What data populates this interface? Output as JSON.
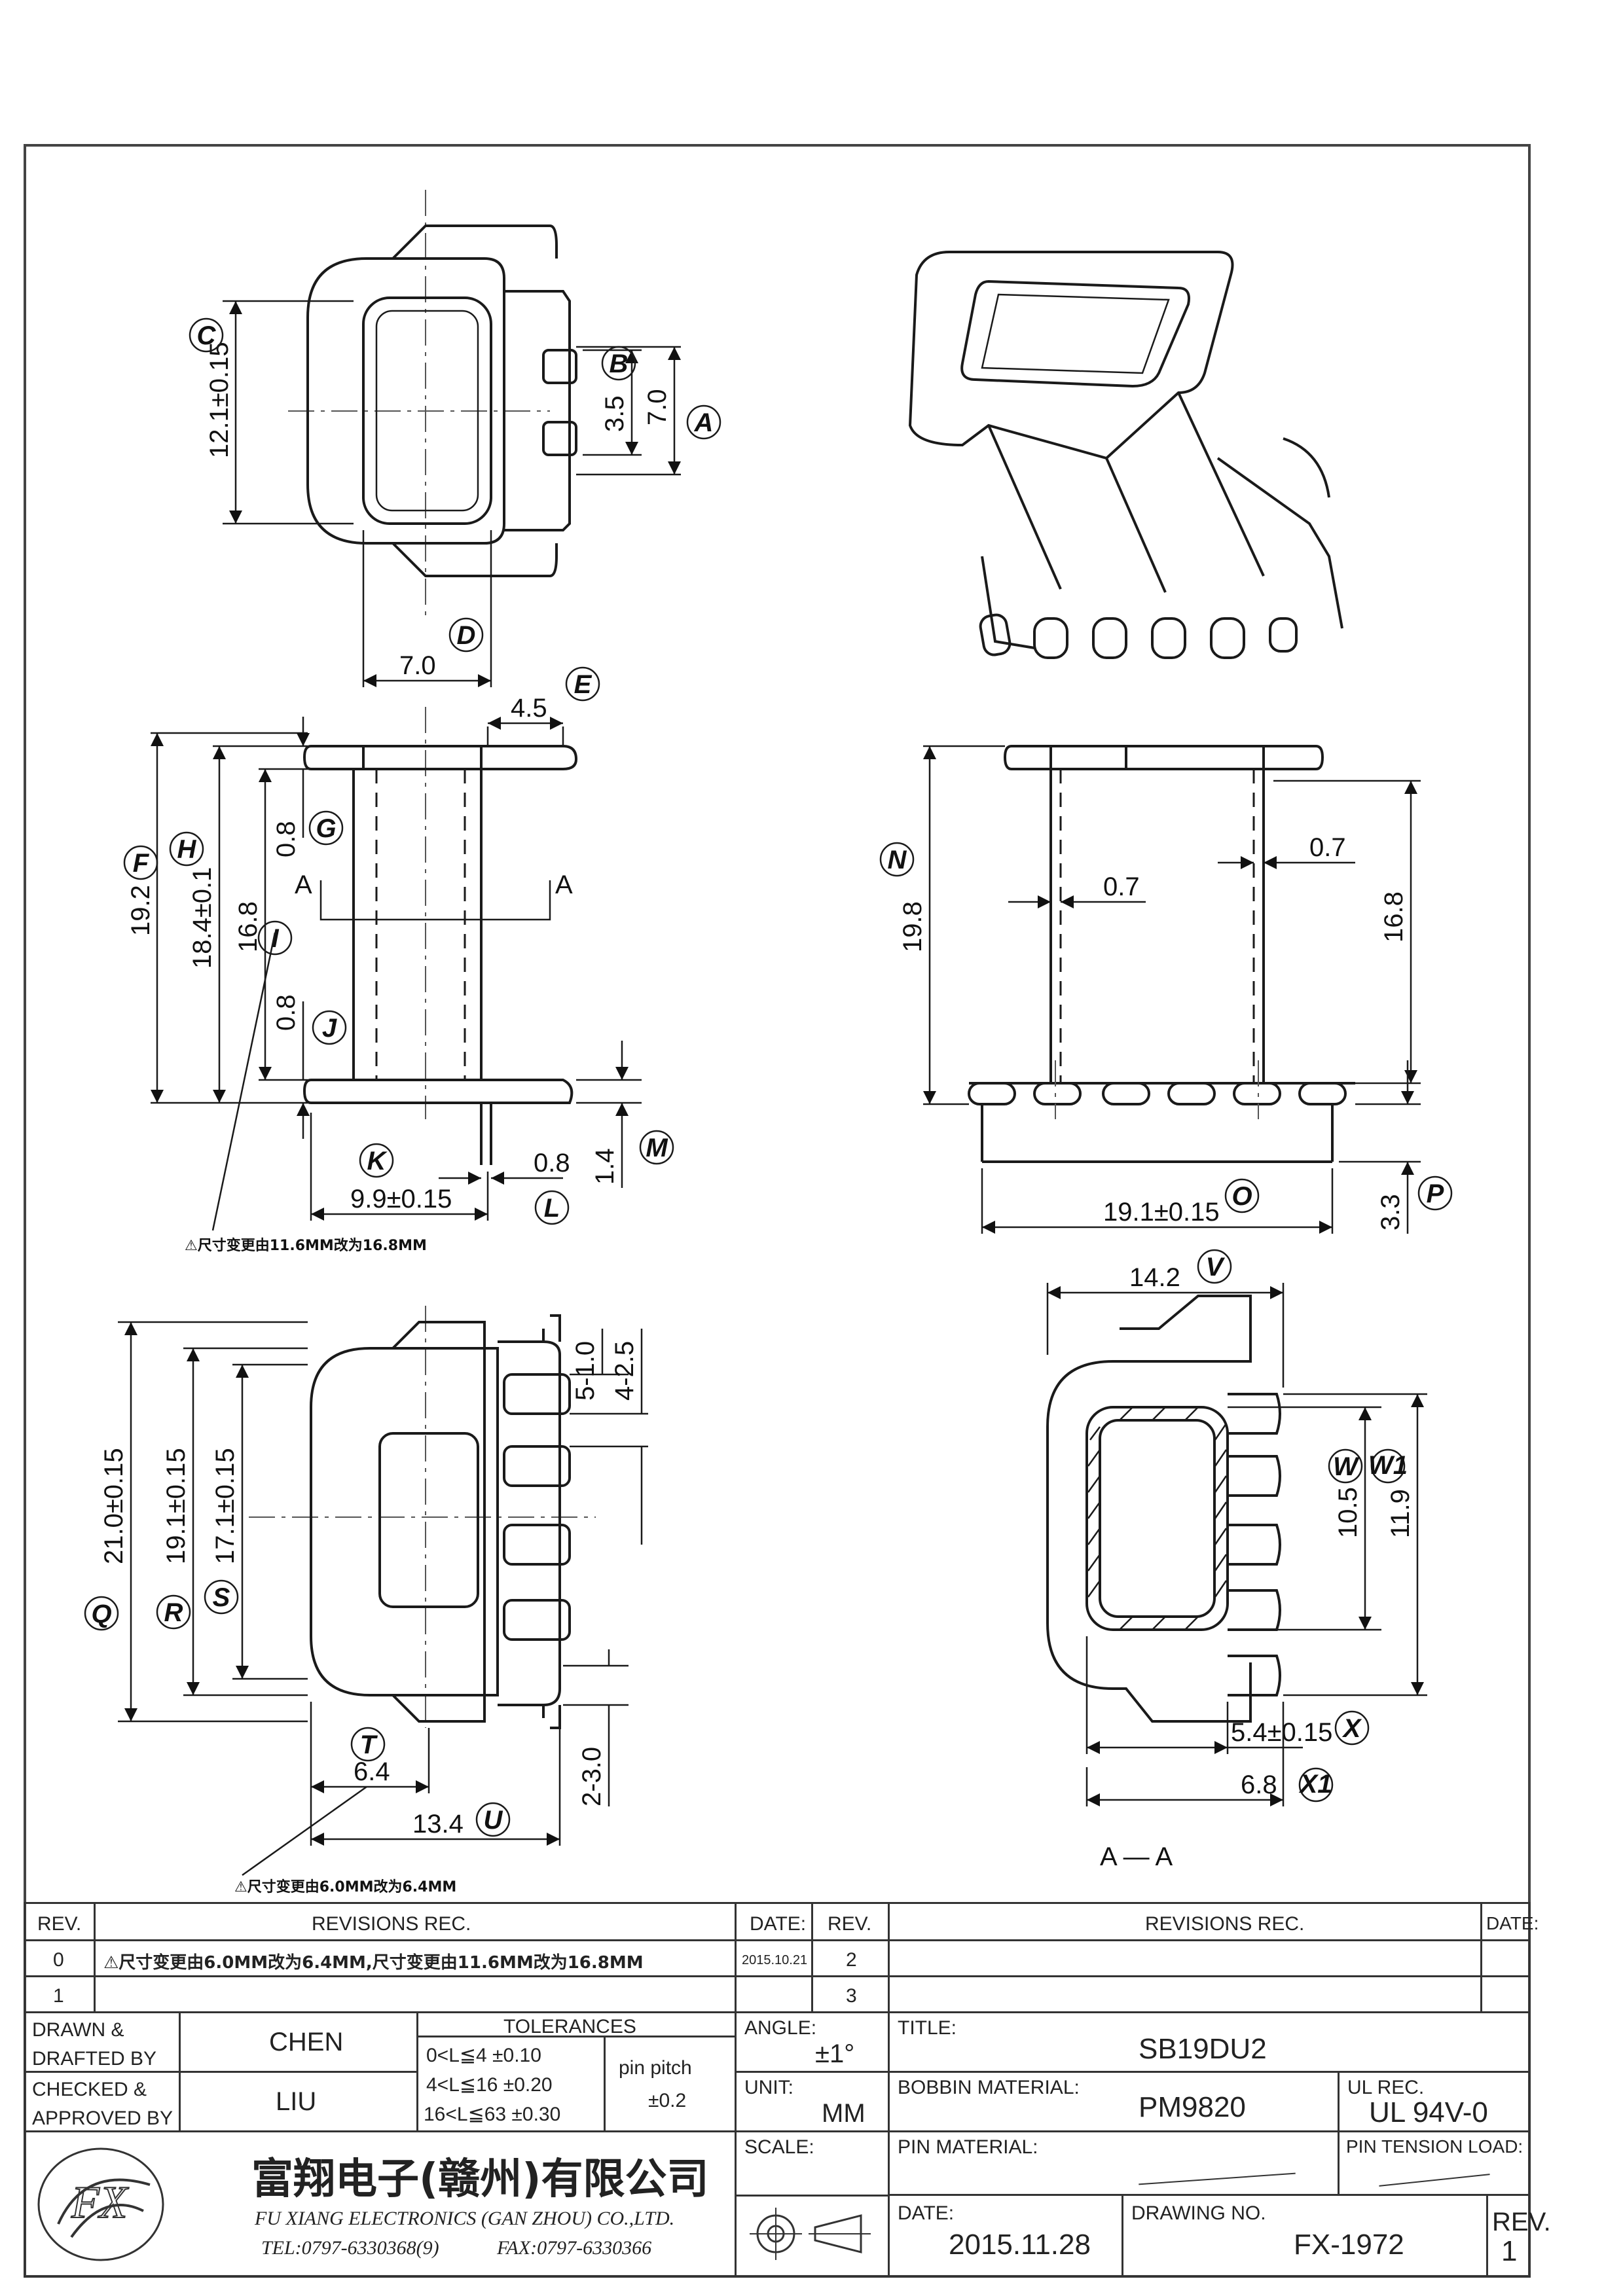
{
  "views": {
    "top": {
      "labels": {
        "C": "C",
        "B": "B",
        "A": "A",
        "D": "D"
      },
      "dims": {
        "C": "12.1±0.15",
        "B": "3.5",
        "A": "7.0",
        "D": "7.0"
      }
    },
    "front": {
      "labels": {
        "E": "E",
        "F": "F",
        "H": "H",
        "G": "G",
        "I": "I",
        "J": "J",
        "K": "K",
        "L": "L",
        "M": "M"
      },
      "dims": {
        "E": "4.5",
        "F": "19.2",
        "H": "18.4±0.1",
        "I": "16.8",
        "G": "0.8",
        "J": "0.8",
        "K": "9.9±0.15",
        "L": "0.8",
        "M": "1.4"
      },
      "section_marks": [
        "A",
        "A"
      ],
      "note": "⚠尺寸变更由11.6MM改为16.8MM"
    },
    "side": {
      "labels": {
        "N": "N",
        "O": "O",
        "P": "P"
      },
      "dims": {
        "N": "19.8",
        "height": "16.8",
        "wall_left": "0.7",
        "wall_right": "0.7",
        "O": "19.1±0.15",
        "P": "3.3"
      }
    },
    "bottom": {
      "labels": {
        "Q": "Q",
        "R": "R",
        "S": "S",
        "T": "T",
        "U": "U"
      },
      "dims": {
        "Q": "21.0±0.15",
        "R": "19.1±0.15",
        "S": "17.1±0.15",
        "T": "6.4",
        "U": "13.4",
        "p1": "5-1.0",
        "p2": "4-2.5",
        "p3": "2-3.0"
      },
      "note": "⚠尺寸变更由6.0MM改为6.4MM"
    },
    "section": {
      "labels": {
        "V": "V",
        "W": "W",
        "W1": "W1",
        "X": "X",
        "X1": "X1"
      },
      "dims": {
        "V": "14.2",
        "W": "10.5",
        "W1": "11.9",
        "X": "5.4±0.15",
        "X1": "6.8"
      },
      "caption": "A — A"
    }
  },
  "title_block": {
    "rev_header": "REV.",
    "revisions_header": "REVISIONS   REC.",
    "date_header": "DATE:",
    "rev_header2": "REV.",
    "revisions_header2": "REVISIONS   REC.",
    "date_header2": "DATE:",
    "rev0": "0",
    "rev0_text": "⚠尺寸变更由6.0MM改为6.4MM,尺寸变更由11.6MM改为16.8MM",
    "rev0_date": "2015.10.21",
    "rev1": "1",
    "rev2": "2",
    "rev3": "3",
    "drawn_label": "DRAWN &\nDRAFTED BY",
    "drawn_by": "CHEN",
    "checked_label": "CHECKED &\nAPPROVED BY",
    "checked_by": "LIU",
    "tolerances_label": "TOLERANCES",
    "tol1": "0<L≦4   ±0.10",
    "tol2": "4<L≦16  ±0.20",
    "tol3": "16<L≦63  ±0.30",
    "pin_pitch_label": "pin pitch",
    "pin_pitch": "±0.2",
    "angle_label": "ANGLE:",
    "angle": "±1°",
    "unit_label": "UNIT:",
    "unit": "MM",
    "scale_label": "SCALE:",
    "title_label": "TITLE:",
    "title": "SB19DU2",
    "bobbin_label": "BOBBIN MATERIAL:",
    "bobbin": "PM9820",
    "ul_label": "UL REC.",
    "ul": "UL 94V-0",
    "pin_material_label": "PIN MATERIAL:",
    "pin_tension_label": "PIN TENSION LOAD:",
    "company_cn": "富翔电子(赣州)有限公司",
    "company_en": "FU XIANG ELECTRONICS (GAN ZHOU) CO.,LTD.",
    "tel": "TEL:0797-6330368(9)",
    "fax": "FAX:0797-6330366",
    "date_label": "DATE:",
    "date": "2015.11.28",
    "drawing_no_label": "DRAWING NO.",
    "drawing_no": "FX-1972",
    "rev_label": "REV.",
    "rev": "1"
  }
}
